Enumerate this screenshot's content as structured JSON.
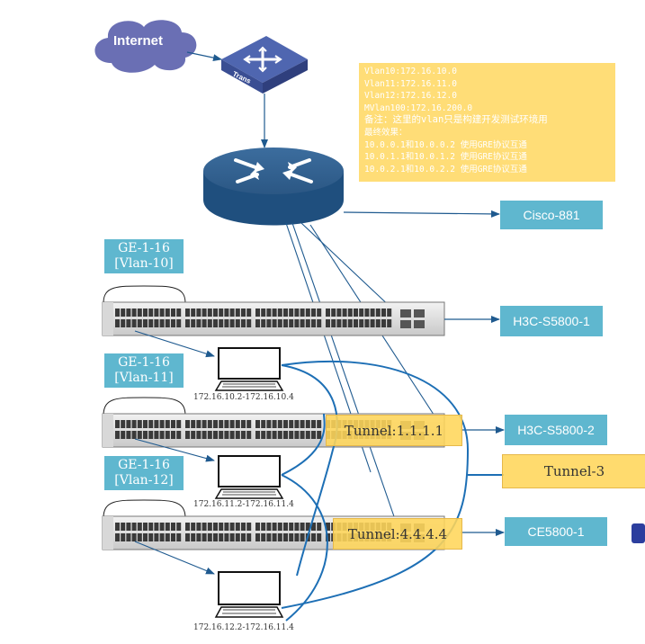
{
  "internet": {
    "label": "Internet"
  },
  "switch_icon": {
    "label": "Trans"
  },
  "note": {
    "lines": [
      "Vlan10:172.16.10.0",
      "Vlan11:172.16.11.0",
      "Vlan12:172.16.12.0",
      "MVlan100:172.16.200.0",
      "备注：这里的vlan只是构建开发测试环境用",
      "最终效果：",
      "10.0.0.1和10.0.0.2 使用GRE协议互通",
      "10.0.1.1和10.0.1.2 使用GRE协议互通",
      "10.0.2.1和10.0.2.2 使用GRE协议互通"
    ]
  },
  "devices": {
    "cisco": "Cisco-881",
    "h3c1": "H3C-S5800-1",
    "h3c2": "H3C-S5800-2",
    "ce": "CE5800-1"
  },
  "vlans": [
    {
      "port": "GE-1-16",
      "vlan": "[Vlan-10]"
    },
    {
      "port": "GE-1-16",
      "vlan": "[Vlan-11]"
    },
    {
      "port": "GE-1-16",
      "vlan": "[Vlan-12]"
    }
  ],
  "tunnels": {
    "t1": "Tunnel:1.1.1.1",
    "t3": "Tunnel-3",
    "t4": "Tunnel:4.4.4.4"
  },
  "hosts": [
    "172.16.10.2-172.16.10.4",
    "172.16.11.2-172.16.11.4",
    "172.16.12.2-172.16.11.4"
  ],
  "colors": {
    "blue_label": "#5fb7cf",
    "tunnel": "#ffd65a",
    "note": "#ffdd77",
    "router": "#1f4f7e",
    "line": "#1d6fb5"
  }
}
